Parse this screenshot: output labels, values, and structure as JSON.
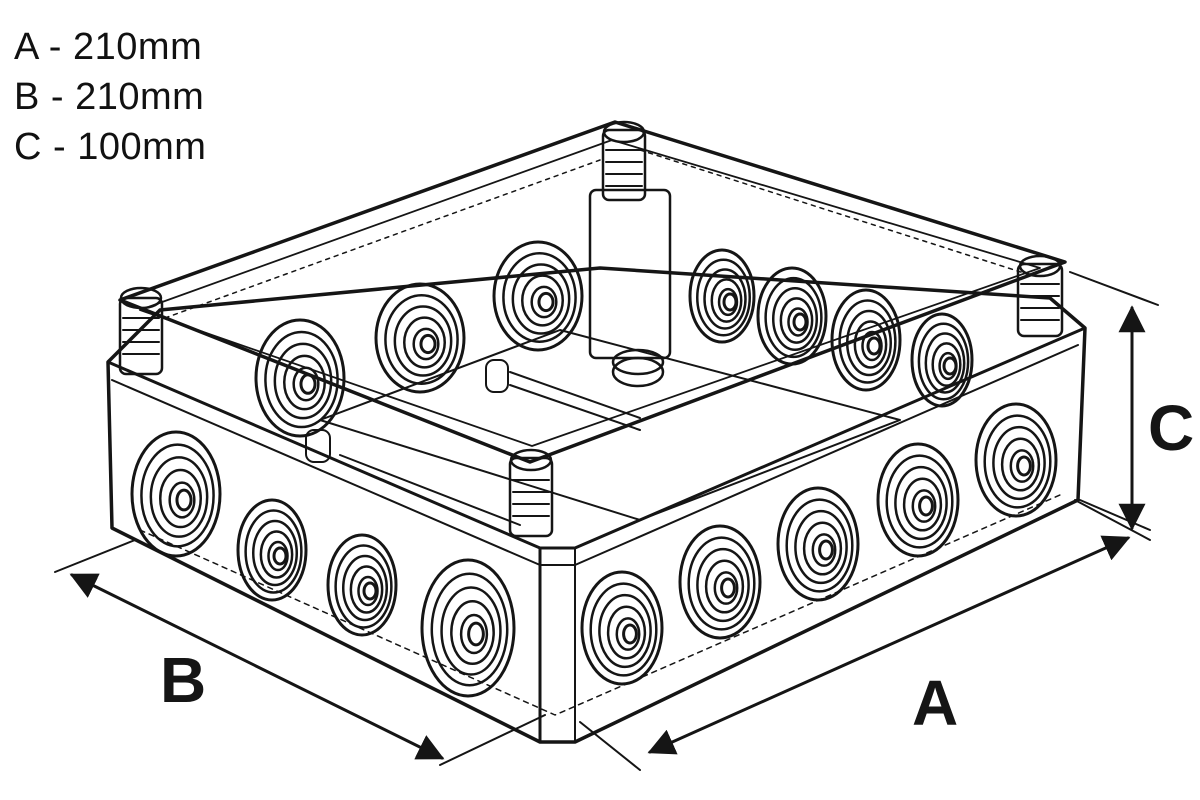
{
  "legend": [
    {
      "letter": "A",
      "value": "210mm",
      "text": "A - 210mm"
    },
    {
      "letter": "B",
      "value": "210mm",
      "text": "B - 210mm"
    },
    {
      "letter": "C",
      "value": "100mm",
      "text": "C - 100mm"
    }
  ],
  "dimension_labels": {
    "a": "A",
    "b": "B",
    "c": "C"
  },
  "colors": {
    "line": "#151515",
    "background": "#ffffff"
  }
}
